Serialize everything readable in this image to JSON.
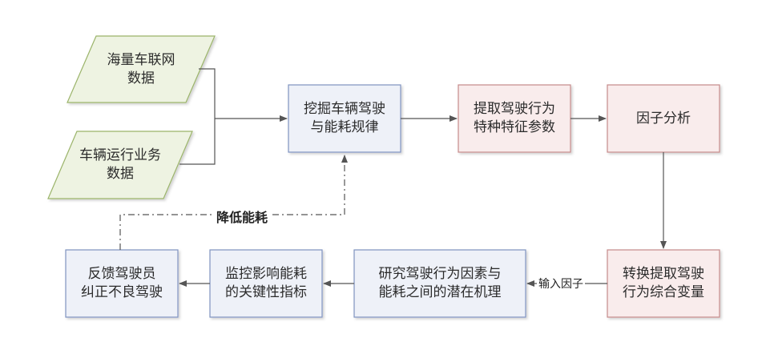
{
  "diagram": {
    "nodes": {
      "iov_data": {
        "label": "海量车联网\n数据",
        "shape": "parallelogram",
        "fill": "#eef3e2",
        "stroke": "#9bb46a"
      },
      "ops_data": {
        "label": "车辆运行业务\n数据",
        "shape": "parallelogram",
        "fill": "#eef3e2",
        "stroke": "#9bb46a"
      },
      "mine_patterns": {
        "label": "挖掘车辆驾驶\n与能耗规律",
        "shape": "rect",
        "fill": "#eef1f8",
        "stroke": "#7f93c0"
      },
      "extract_features": {
        "label": "提取驾驶行为\n特种特征参数",
        "shape": "rect",
        "fill": "#f9ecec",
        "stroke": "#c58a8a"
      },
      "factor_analysis": {
        "label": "因子分析",
        "shape": "rect",
        "fill": "#f9ecec",
        "stroke": "#c58a8a"
      },
      "convert_vars": {
        "label": "转换提取驾驶\n行为综合变量",
        "shape": "rect",
        "fill": "#f9ecec",
        "stroke": "#c58a8a"
      },
      "study_mechanism": {
        "label": "研究驾驶行为因素与\n能耗之间的潜在机理",
        "shape": "rect",
        "fill": "#eef1f8",
        "stroke": "#7f93c0"
      },
      "monitor_indicators": {
        "label": "监控影响能耗\n的关键性指标",
        "shape": "rect",
        "fill": "#eef1f8",
        "stroke": "#7f93c0"
      },
      "feedback": {
        "label": "反馈驾驶员\n纠正不良驾驶",
        "shape": "rect",
        "fill": "#eef1f8",
        "stroke": "#7f93c0"
      }
    },
    "edge_labels": {
      "input_factor": "输入因子",
      "reduce_energy": "降低能耗"
    },
    "colors": {
      "arrow": "#555555",
      "dashed": "#555555"
    }
  }
}
